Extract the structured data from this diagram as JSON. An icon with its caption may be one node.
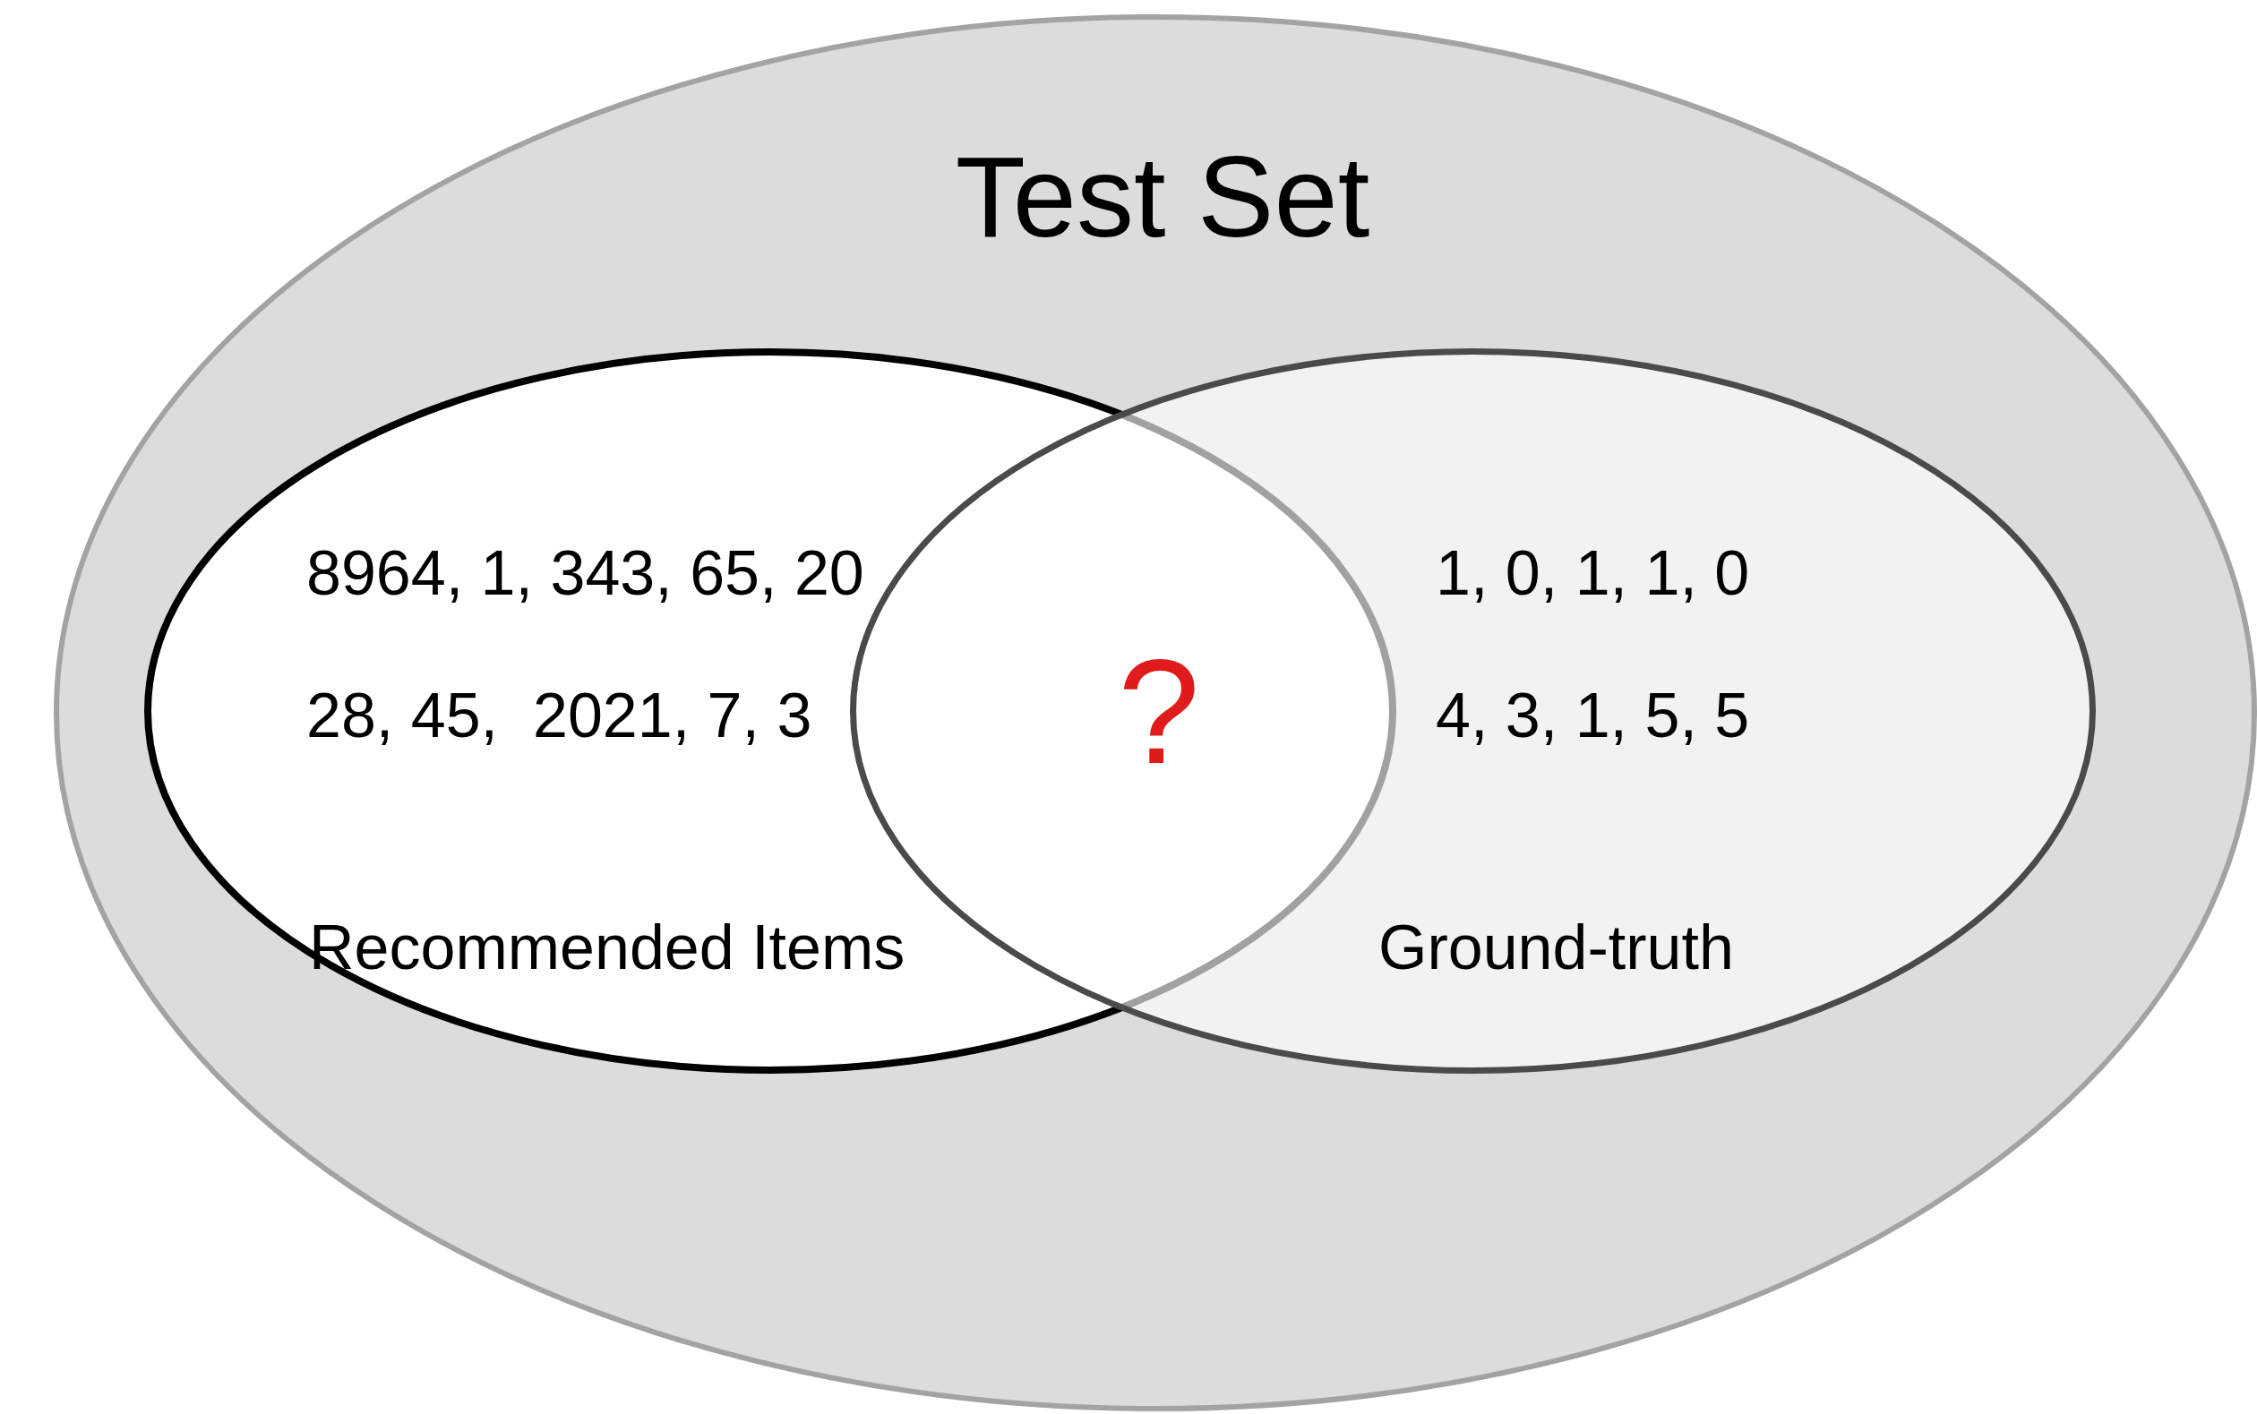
{
  "diagram": {
    "nodes": [
      {
        "text": [
          "Test Set"
        ]
      },
      {
        "text": [
          "8964, 1, 343, 65, 20",
          "28, 45,  2021, 7, 3",
          "Recommended Items"
        ],
        "in": 0
      },
      {
        "text": [
          "1, 0, 1, 1, 0",
          "4, 3, 1, 5, 5",
          "Ground-truth"
        ],
        "in": 0
      }
    ],
    "edges": [],
    "labels": [
      "?"
    ]
  }
}
